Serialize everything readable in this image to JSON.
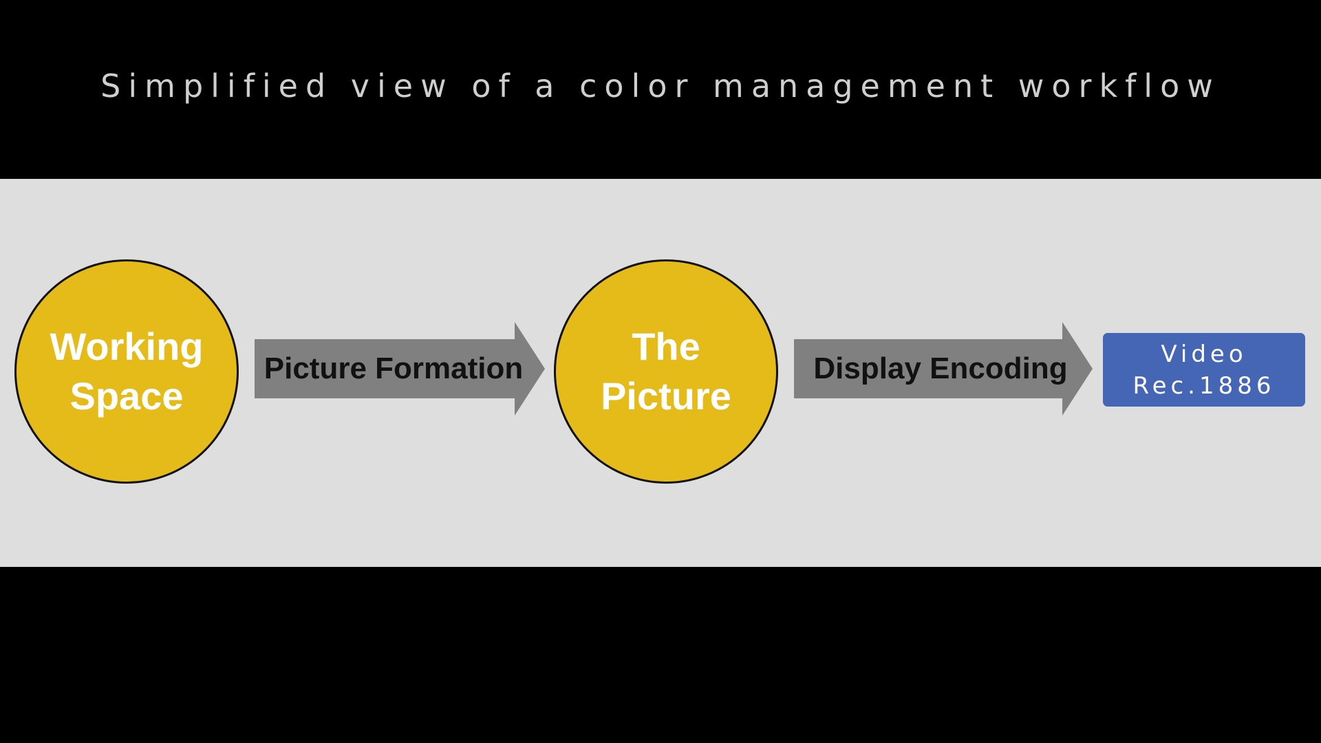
{
  "title": "Simplified view of a color management workflow",
  "nodes": {
    "working_space": {
      "line1": "Working",
      "line2": "Space"
    },
    "the_picture": {
      "line1": "The",
      "line2": "Picture"
    },
    "output": {
      "line1": "Video",
      "line2": "Rec.1886"
    }
  },
  "arrows": {
    "picture_formation": "Picture Formation",
    "display_encoding": "Display Encoding"
  },
  "colors": {
    "background": "#000000",
    "band": "#dedede",
    "circle_fill": "#e5bb1a",
    "arrow_fill": "#808080",
    "output_box": "#4466b4",
    "title_text": "#cfcfcf"
  }
}
